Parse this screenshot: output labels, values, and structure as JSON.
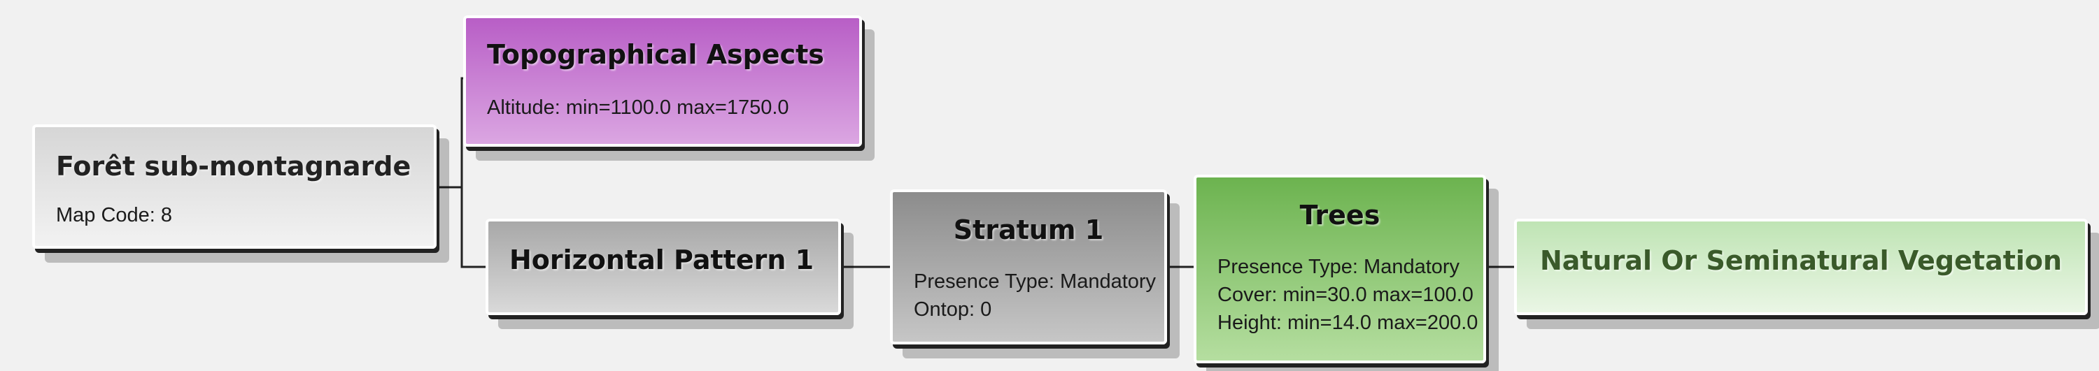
{
  "nodes": {
    "root": {
      "title": "Forêt sub-montagnarde",
      "attributes": [
        "Map Code: 8"
      ]
    },
    "topographical": {
      "title": "Topographical Aspects",
      "attributes": [
        "Altitude: min=1100.0 max=1750.0"
      ]
    },
    "horizontal_pattern": {
      "title": "Horizontal Pattern 1"
    },
    "stratum": {
      "title": "Stratum 1",
      "attributes": [
        "Presence Type: Mandatory",
        "Ontop: 0"
      ]
    },
    "trees": {
      "title": "Trees",
      "attributes": [
        "Presence Type: Mandatory",
        "Cover: min=30.0 max=100.0",
        "Height: min=14.0 max=200.0"
      ]
    },
    "natural": {
      "title": "Natural Or Seminatural Vegetation"
    }
  },
  "colors": {
    "topographical": "#c57fd1",
    "horizontal_pattern": "#bdbdbd",
    "stratum": "#a6a6a6",
    "trees": "#8ac870",
    "natural": "#d8efd0",
    "root": "#e6e6e6"
  }
}
